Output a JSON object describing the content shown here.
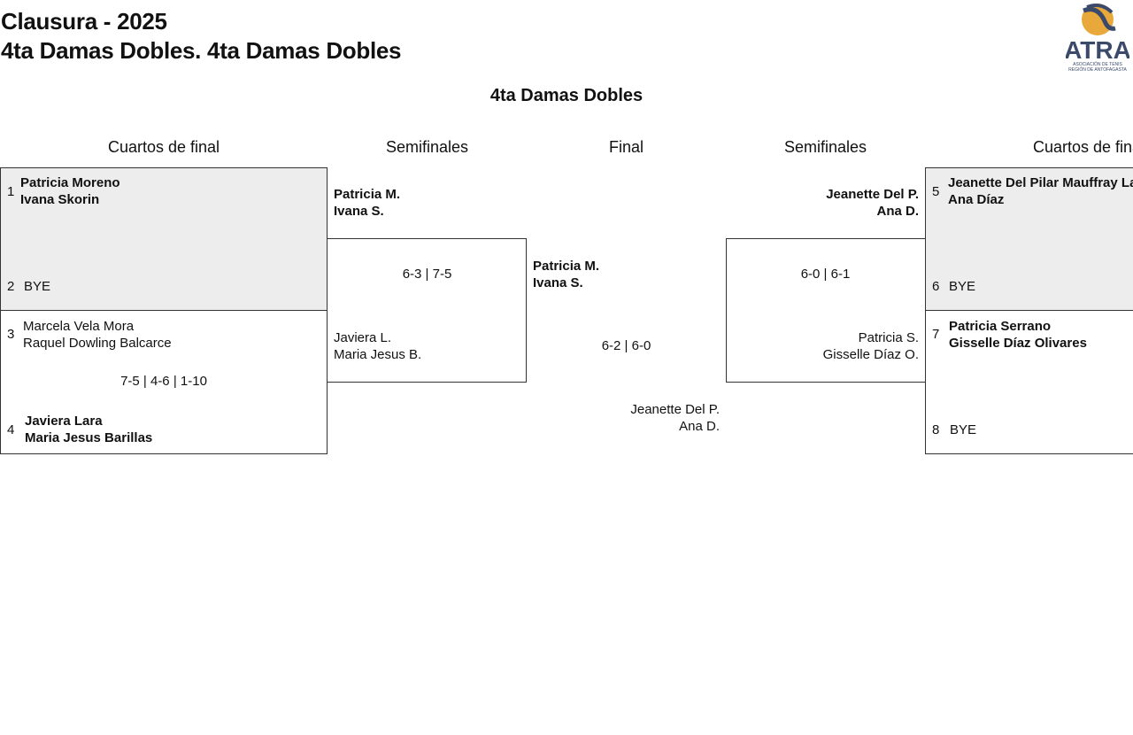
{
  "header": {
    "title_line1": "Clausura - 2025",
    "title_line2": "4ta Damas Dobles. 4ta Damas Dobles",
    "logo_text": "ATRA",
    "logo_subtext1": "ASOCIACIÓN DE TENIS",
    "logo_subtext2": "REGIÓN DE ANTOFAGASTA"
  },
  "bracket": {
    "title": "4ta Damas Dobles",
    "rounds": {
      "left_qf": "Cuartos de final",
      "left_sf": "Semifinales",
      "final": "Final",
      "right_sf": "Semifinales",
      "right_qf": "Cuartos de final"
    },
    "left_qf": {
      "match1": {
        "seed_a": "1",
        "a_line1": "Patricia Moreno",
        "a_line2": "Ivana Skorin",
        "seed_b": "2",
        "b_line1": "BYE"
      },
      "match2": {
        "seed_a": "3",
        "a_line1": "Marcela Vela Mora",
        "a_line2": "Raquel Dowling Balcarce",
        "score": "7-5 | 4-6 | 1-10",
        "seed_b": "4",
        "b_line1": "Javiera Lara",
        "b_line2": "Maria Jesus Barillas"
      }
    },
    "left_sf": {
      "a_line1": "Patricia M.",
      "a_line2": "Ivana S.",
      "score": "6-3 | 7-5",
      "b_line1": "Javiera L.",
      "b_line2": "Maria Jesus B."
    },
    "final": {
      "a_line1": "Patricia M.",
      "a_line2": "Ivana S.",
      "score": "6-2 | 6-0",
      "b_line1": "Jeanette Del P.",
      "b_line2": "Ana D."
    },
    "right_sf": {
      "a_line1": "Jeanette Del P.",
      "a_line2": "Ana D.",
      "score": "6-0 | 6-1",
      "b_line1": "Patricia S.",
      "b_line2": "Gisselle Díaz O."
    },
    "right_qf": {
      "match1": {
        "seed_a": "5",
        "a_line1": "Jeanette Del Pilar Mauffray Laborde",
        "a_line2": "Ana Díaz",
        "seed_b": "6",
        "b_line1": "BYE"
      },
      "match2": {
        "seed_a": "7",
        "a_line1": "Patricia Serrano",
        "a_line2": "Gisselle Díaz Olivares",
        "seed_b": "8",
        "b_line1": "BYE"
      }
    }
  },
  "colors": {
    "logo_navy": "#3b4a6b",
    "logo_gold": "#e8a93a",
    "shaded_box": "#ededed"
  }
}
